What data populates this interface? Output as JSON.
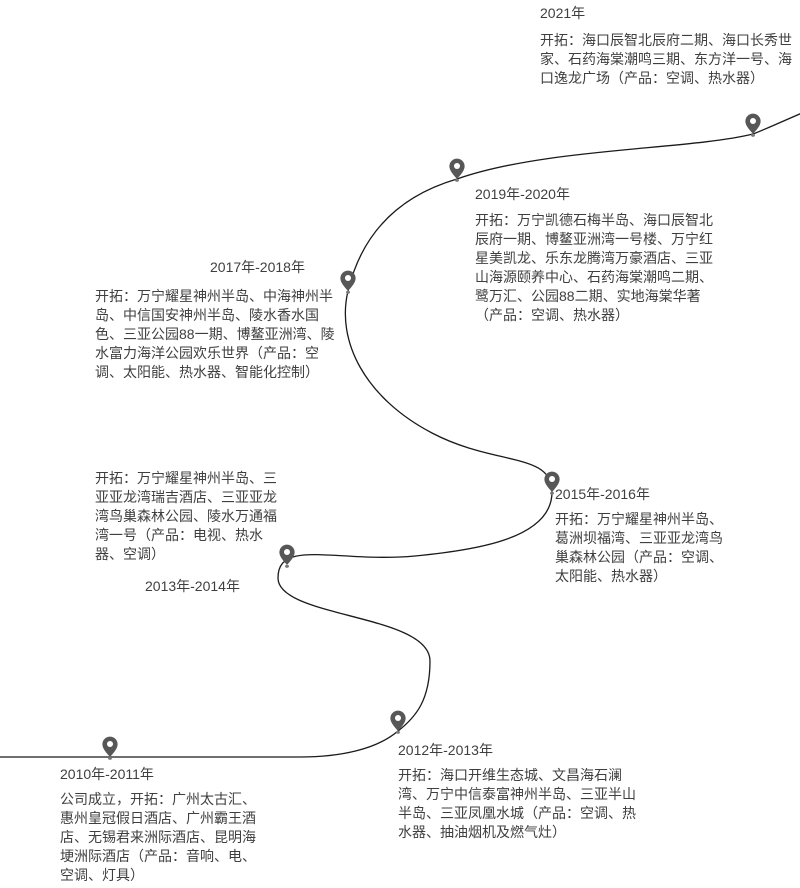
{
  "page": {
    "background": "#ffffff"
  },
  "timeline": {
    "line_color": "#1a1a1a",
    "pin_color": "#575757",
    "pin_dot_color": "#7a7a7a",
    "text_color": "#3f3f3f",
    "milestones": [
      {
        "year": "2021年",
        "description": "开拓：海口辰智北辰府二期、海口长秀世家、石药海棠潮鸣三期、东方洋一号、海口逸龙广场（产品：空调、热水器）"
      },
      {
        "year": "2019年-2020年",
        "description": "开拓：万宁凯德石梅半岛、海口辰智北辰府一期、博鳌亚洲湾一号楼、万宁红星美凯龙、乐东龙腾湾万豪酒店、三亚山海源颐养中心、石药海棠潮鸣二期、鹭万汇、公园88二期、实地海棠华著（产品：空调、热水器）"
      },
      {
        "year": "2017年-2018年",
        "description": "开拓：万宁耀星神州半岛、中海神州半岛、中信国安神州半岛、陵水香水国色、三亚公园88一期、博鳌亚洲湾、陵水富力海洋公园欢乐世界（产品：空调、太阳能、热水器、智能化控制）"
      },
      {
        "year": "2015年-2016年",
        "description": "开拓：万宁耀星神州半岛、葛洲坝福湾、三亚亚龙湾鸟巢森林公园（产品：空调、太阳能、热水器）"
      },
      {
        "year": "2013年-2014年",
        "description": "开拓：万宁耀星神州半岛、三亚亚龙湾瑞吉酒店、三亚亚龙湾鸟巢森林公园、陵水万通福湾一号（产品：电视、热水器、空调）"
      },
      {
        "year": "2012年-2013年",
        "description": "开拓：海口开维生态城、文昌海石澜湾、万宁中信泰富神州半岛、三亚半山半岛、三亚凤凰水城（产品：空调、热水器、抽油烟机及燃气灶）"
      },
      {
        "year": "2010年-2011年",
        "description": "公司成立，开拓：广州太古汇、惠州皇冠假日酒店、广州霸王酒店、无锡君来洲际酒店、昆明海埂洲际酒店（产品：音响、电、空调、灯具）"
      }
    ]
  }
}
